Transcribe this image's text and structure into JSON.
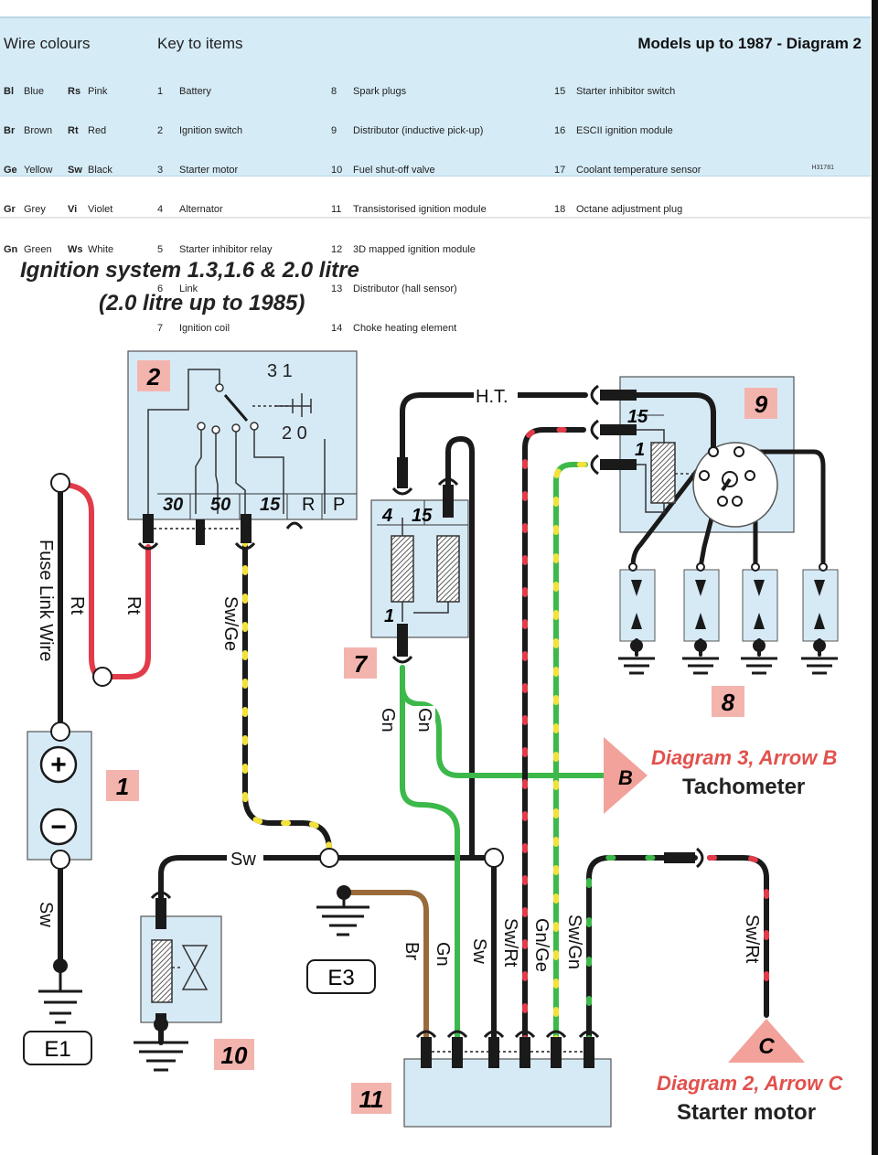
{
  "header": {
    "wire_colours_title": "Wire colours",
    "wire_colours": [
      {
        "code": "Bl",
        "name": "Blue"
      },
      {
        "code": "Br",
        "name": "Brown"
      },
      {
        "code": "Ge",
        "name": "Yellow"
      },
      {
        "code": "Gr",
        "name": "Grey"
      },
      {
        "code": "Gn",
        "name": "Green"
      },
      {
        "code": "Rs",
        "name": "Pink"
      },
      {
        "code": "Rt",
        "name": "Red"
      },
      {
        "code": "Sw",
        "name": "Black"
      },
      {
        "code": "Vi",
        "name": "Violet"
      },
      {
        "code": "Ws",
        "name": "White"
      }
    ],
    "key_title": "Key to items",
    "key_items": [
      {
        "n": "1",
        "label": "Battery"
      },
      {
        "n": "2",
        "label": "Ignition switch"
      },
      {
        "n": "3",
        "label": "Starter motor"
      },
      {
        "n": "4",
        "label": "Alternator"
      },
      {
        "n": "5",
        "label": "Starter inhibitor relay"
      },
      {
        "n": "6",
        "label": "Link"
      },
      {
        "n": "7",
        "label": "Ignition coil"
      },
      {
        "n": "8",
        "label": "Spark plugs"
      },
      {
        "n": "9",
        "label": "Distributor (inductive pick-up)"
      },
      {
        "n": "10",
        "label": "Fuel shut-off valve"
      },
      {
        "n": "11",
        "label": "Transistorised ignition module"
      },
      {
        "n": "12",
        "label": "3D mapped ignition module"
      },
      {
        "n": "13",
        "label": "Distributor (hall sensor)"
      },
      {
        "n": "14",
        "label": "Choke heating element"
      },
      {
        "n": "15",
        "label": "Starter inhibitor switch"
      },
      {
        "n": "16",
        "label": "ESCII ignition module"
      },
      {
        "n": "17",
        "label": "Coolant temperature sensor"
      },
      {
        "n": "18",
        "label": "Octane adjustment plug"
      }
    ],
    "models": "Models up to 1987 - Diagram 2",
    "code": "H31781"
  },
  "diagram": {
    "title_line1": "Ignition system 1.3,1.6 & 2.0 litre",
    "title_line2": "(2.0 litre up to 1985)",
    "item_labels": {
      "i1": "1",
      "i2": "2",
      "i7": "7",
      "i8": "8",
      "i9": "9",
      "i10": "10",
      "i11": "11"
    },
    "switch_terminals": {
      "t30": "30",
      "t50": "50",
      "t15": "15",
      "tR": "R",
      "tP": "P"
    },
    "switch_positions": {
      "top": "3 1",
      "bottom": "2 0"
    },
    "coil_terminals": {
      "t4": "4",
      "t15": "15",
      "t1": "1"
    },
    "distributor_terminals": {
      "t15": "15",
      "t1": "1"
    },
    "wire_labels": {
      "fuse_link": "Fuse Link Wire",
      "rt1": "Rt",
      "rt2": "Rt",
      "swge": "Sw/Ge",
      "sw_batt": "Sw",
      "sw_bus": "Sw",
      "gn1": "Gn",
      "gn2": "Gn",
      "br": "Br",
      "gn3": "Gn",
      "sw3": "Sw",
      "swrt": "Sw/Rt",
      "gnge": "Gn/Ge",
      "swgn": "Sw/Gn",
      "swrt2": "Sw/Rt",
      "ht": "H.T."
    },
    "earths": {
      "e1": "E1",
      "e3": "E3"
    },
    "arrows": {
      "b_letter": "B",
      "b_ref": "Diagram 3, Arrow B",
      "b_name": "Tachometer",
      "c_letter": "C",
      "c_ref": "Diagram 2, Arrow C",
      "c_name": "Starter motor"
    },
    "battery_symbols": {
      "plus": "+",
      "minus": "−"
    }
  },
  "colors": {
    "red": "#e23b4a",
    "green": "#3cb94a",
    "yellow": "#f2e23a",
    "brown": "#9a6a3a",
    "black": "#1a1a1a",
    "box_fill": "#d6eaf6",
    "label_pink": "#f4b4ae",
    "arrow_pink": "#f2a29a",
    "ref_red": "#e2504c"
  }
}
